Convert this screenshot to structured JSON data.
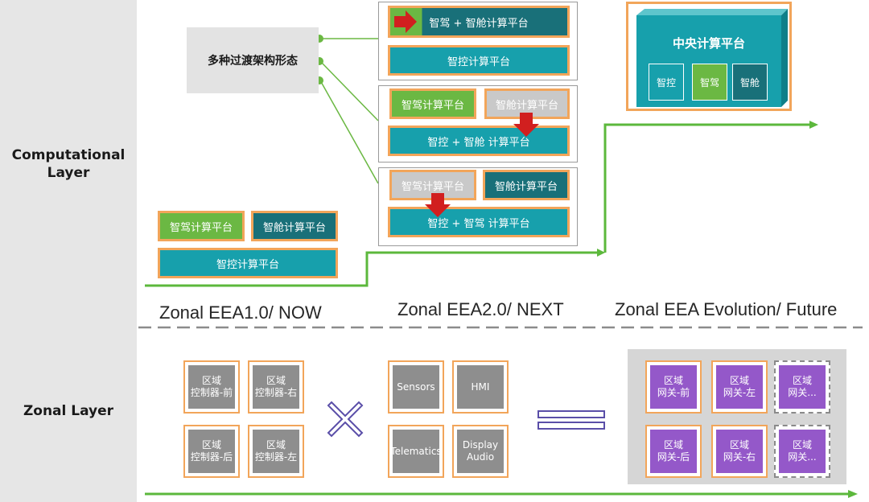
{
  "sidebar": {
    "computational_layer": "Computational Layer",
    "zonal_layer": "Zonal Layer"
  },
  "transition": {
    "label": "多种过渡架构形态"
  },
  "eea1": {
    "title": "Zonal EEA1.0/ NOW",
    "adas": "智驾计算平台",
    "cockpit": "智舱计算平台",
    "control": "智控计算平台"
  },
  "eea2": {
    "title": "Zonal EEA2.0/ NEXT",
    "group1": {
      "top": "智驾 + 智舱计算平台",
      "bottom": "智控计算平台"
    },
    "group2": {
      "left": "智驾计算平台",
      "right": "智舱计算平台",
      "bottom": "智控 + 智舱 计算平台"
    },
    "group3": {
      "left": "智驾计算平台",
      "right": "智舱计算平台",
      "bottom": "智控 + 智驾 计算平台"
    }
  },
  "future": {
    "title": "Zonal EEA Evolution/ Future",
    "central": "中央计算平台",
    "modules": [
      "智控",
      "智驾",
      "智舱"
    ]
  },
  "zonal_now": {
    "controllers": [
      "区域\n控制器-前",
      "区域\n控制器-右",
      "区域\n控制器-后",
      "区域\n控制器-左"
    ]
  },
  "zonal_next": {
    "functions": [
      "Sensors",
      "HMI",
      "Telematics",
      "Display\nAudio"
    ]
  },
  "zonal_future": {
    "gateways": [
      "区域\n网关-前",
      "区域\n网关-左",
      "区域\n网关...",
      "区域\n网关-后",
      "区域\n网关-右",
      "区域\n网关..."
    ]
  },
  "colors": {
    "teal": "#17a0ac",
    "green": "#6bb843",
    "dark_teal": "#197079",
    "orange_border": "#f2a55a",
    "red_arrow": "#d11f1f",
    "purple": "#9458c9",
    "grey_tile": "#8e8e8e",
    "timeline_green": "#5cb83c"
  }
}
